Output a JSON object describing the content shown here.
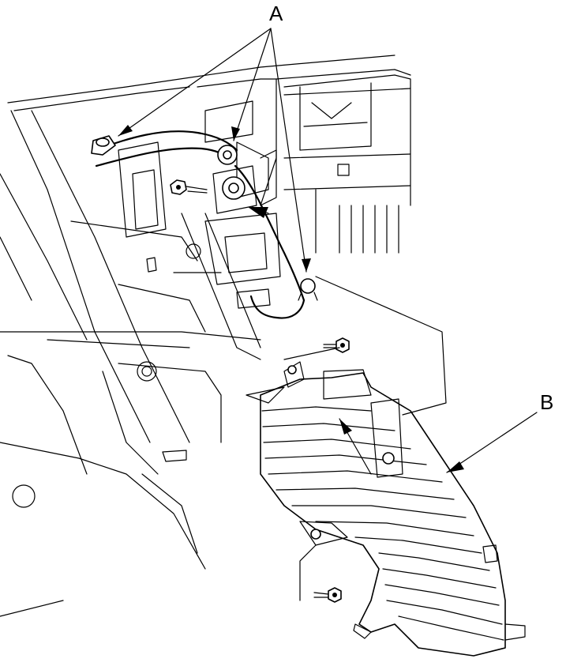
{
  "diagram": {
    "callouts": [
      {
        "id": "A",
        "label": "A"
      },
      {
        "id": "B",
        "label": "B"
      }
    ]
  },
  "colors": {
    "ink": "#000000",
    "paper": "#ffffff"
  }
}
